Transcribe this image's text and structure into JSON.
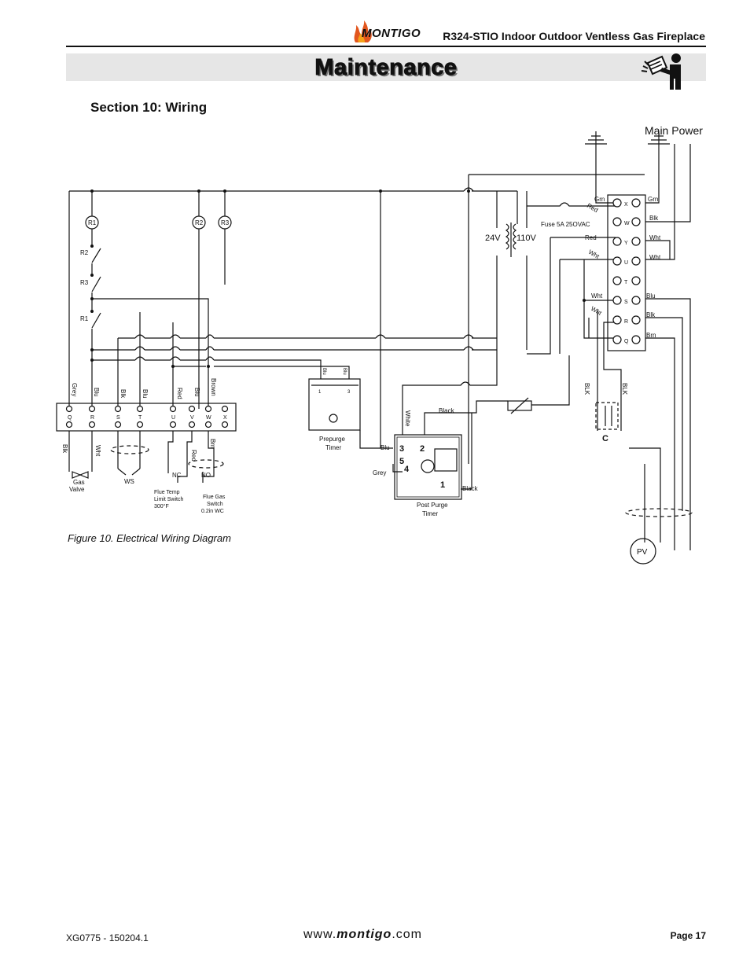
{
  "header": {
    "brand": "MONTIGO",
    "doc_title": "R324-STIO Indoor Outdoor Ventless Gas Fireplace",
    "band_title": "Maintenance"
  },
  "section_title": "Section 10: Wiring",
  "diagram": {
    "main_power": "Main Power",
    "relays": [
      "R1",
      "R2",
      "R3"
    ],
    "switches": [
      "R2",
      "R3",
      "R1"
    ],
    "left_terminals": [
      "Q",
      "R",
      "S",
      "T",
      "U",
      "V",
      "W",
      "X"
    ],
    "right_terminals": [
      "X",
      "W",
      "Y",
      "U",
      "T",
      "S",
      "R",
      "Q"
    ],
    "wire_colors_top": [
      "Grey",
      "Blu",
      "Blk",
      "Blu",
      "Red",
      "Blu",
      "Brown"
    ],
    "wire_colors_bottom": [
      "Blk",
      "Wht",
      "Red",
      "Brn"
    ],
    "right_block_left_labels": [
      "Grn",
      "Red",
      "Red",
      "Wht",
      "Wht",
      "Wht"
    ],
    "right_block_right_labels": [
      "Grn",
      "Blk",
      "Wht",
      "Wht",
      "Blu",
      "Blk",
      "Brn"
    ],
    "transformer_low": "24V",
    "transformer_high": "110V",
    "fuse": "Fuse 5A 25OVAC",
    "prepurge_pins": [
      "Blu",
      "Blu",
      "1",
      "3"
    ],
    "prepurge_label": [
      "Prepurge",
      "Timer"
    ],
    "postpurge_label": [
      "Post Purge",
      "Timer"
    ],
    "postpurge_pins": [
      "2",
      "3",
      "5",
      "4",
      "1"
    ],
    "postpurge_wires": [
      "White",
      "Black",
      "Blu",
      "Grey",
      "Black"
    ],
    "gas_valve": [
      "Gas",
      "Valve"
    ],
    "ws_label": "WS",
    "nc_label": "NC",
    "no_label": "NO",
    "flue_temp": [
      "Flue Temp",
      "Limit Switch",
      "300°F"
    ],
    "flue_gas": [
      "Flue Gas",
      "Switch",
      "0.2in WC"
    ],
    "blk_labels": [
      "BLK",
      "BLK"
    ],
    "capacitor_label": "C",
    "pv_label": "PV"
  },
  "caption": "Figure 10. Electrical Wiring Diagram",
  "footer": {
    "code": "XG0775 - 150204.1",
    "web_prefix": "www.",
    "web_brand": "montigo",
    "web_suffix": ".com",
    "page": "Page 17"
  },
  "colors": {
    "band": "#e6e6e6",
    "logo_flame": "#e2561e",
    "ink": "#111111"
  },
  "icons": [
    "montigo-flame-logo-icon",
    "reader-icon"
  ]
}
